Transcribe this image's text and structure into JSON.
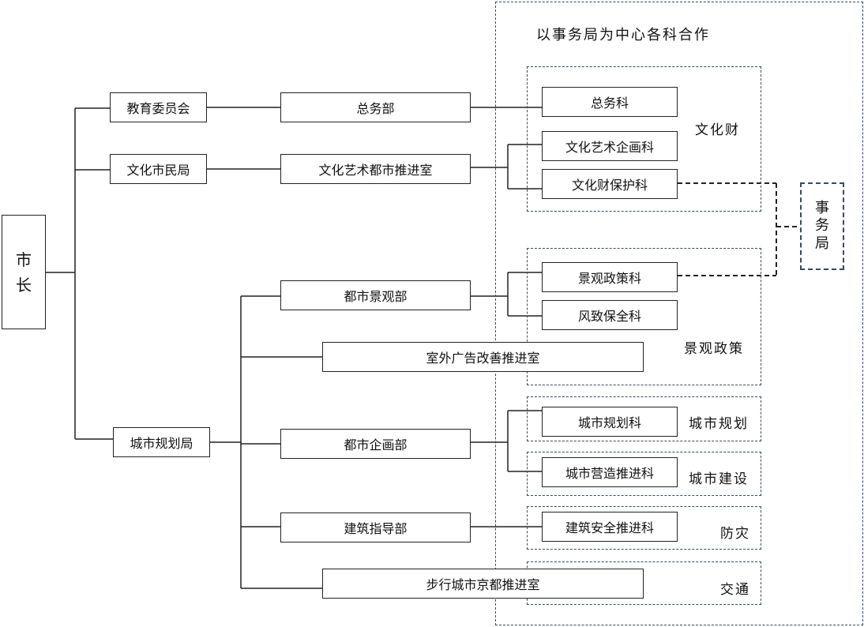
{
  "mayor": {
    "chars": [
      "市",
      "长"
    ]
  },
  "bureaus": {
    "education": "教育委员会",
    "culture": "文化市民局",
    "planning": "城市规划局"
  },
  "departments": {
    "general_affairs": "总务部",
    "arts_city": "文化艺术都市推进室",
    "landscape": "都市景观部",
    "outdoor_ads": "室外广告改善推进室",
    "city_planning": "都市企画部",
    "building": "建筑指导部",
    "walkable": "步行城市京都推进室"
  },
  "sections": {
    "general": "总务科",
    "arts_planning": "文化艺术企画科",
    "heritage_protection": "文化财保护科",
    "landscape_policy": "景观政策科",
    "scenery_preservation": "风致保全科",
    "city_planning": "城市规划科",
    "city_construction": "城市营造推进科",
    "building_safety": "建筑安全推进科"
  },
  "groups": {
    "main_title": "以事务局为中心各科合作",
    "cultural_property": "文化财",
    "landscape_policy": "景观政策",
    "city_planning": "城市规划",
    "city_building": "城市建设",
    "disaster": "防灾",
    "traffic": "交通"
  },
  "secretariat": {
    "chars": [
      "事",
      "务",
      "局"
    ]
  }
}
